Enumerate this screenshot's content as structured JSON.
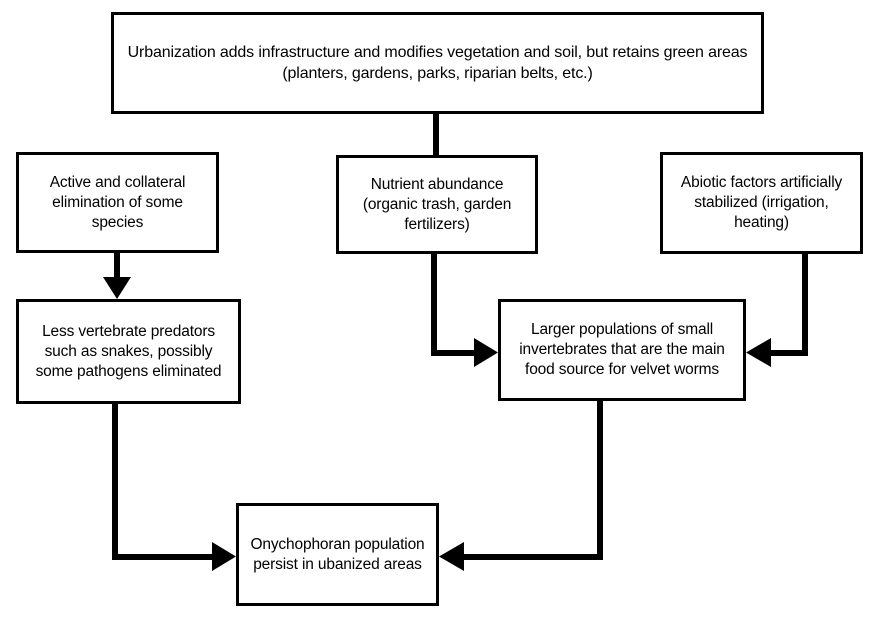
{
  "diagram": {
    "title": "Urbanization effects on onychophoran persistence flowchart",
    "type": "flowchart",
    "stroke_color": "#000000",
    "fill_color": "#ffffff",
    "nodes": [
      {
        "id": "urbanization",
        "label": "Urbanization adds infrastructure and modifies vegetation and soil, but retains green areas (planters, gardens, parks, riparian belts, etc.)"
      },
      {
        "id": "active-elimination",
        "label": "Active and collateral elimination of some species"
      },
      {
        "id": "nutrient-abundance",
        "label": "Nutrient abundance (organic trash, garden fertilizers)"
      },
      {
        "id": "abiotic-factors",
        "label": "Abiotic factors artificially stabilized (irrigation, heating)"
      },
      {
        "id": "less-predators",
        "label": "Less vertebrate predators such as snakes, possibly some pathogens eliminated"
      },
      {
        "id": "larger-populations",
        "label": "Larger populations of small invertebrates that are the main food source for velvet worms"
      },
      {
        "id": "onychophoran-persist",
        "label": "Onychophoran population persist in ubanized areas"
      }
    ],
    "edges": [
      {
        "id": "urbanization-to-nutrient",
        "from": "urbanization",
        "to": "nutrient-abundance",
        "arrowhead": false
      },
      {
        "id": "active-to-predators",
        "from": "active-elimination",
        "to": "less-predators",
        "arrowhead": true,
        "direction": "down"
      },
      {
        "id": "nutrient-to-invertebrates",
        "from": "nutrient-abundance",
        "to": "larger-populations",
        "arrowhead": true,
        "direction": "right"
      },
      {
        "id": "abiotic-to-invertebrates",
        "from": "abiotic-factors",
        "to": "larger-populations",
        "arrowhead": true,
        "direction": "left"
      },
      {
        "id": "predators-to-onychophoran",
        "from": "less-predators",
        "to": "onychophoran-persist",
        "arrowhead": true,
        "direction": "right"
      },
      {
        "id": "invertebrates-to-onychophoran",
        "from": "larger-populations",
        "to": "onychophoran-persist",
        "arrowhead": true,
        "direction": "left"
      }
    ]
  }
}
